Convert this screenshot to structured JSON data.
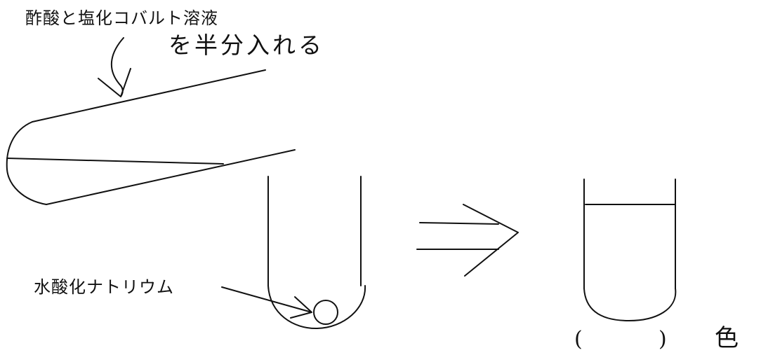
{
  "labels": {
    "solution": "酢酸と塩化コバルト溶液",
    "half": "を半分入れる",
    "naoh": "水酸化ナトリウム",
    "answer_open": "(",
    "answer_close": ")",
    "answer_suffix": "色"
  }
}
